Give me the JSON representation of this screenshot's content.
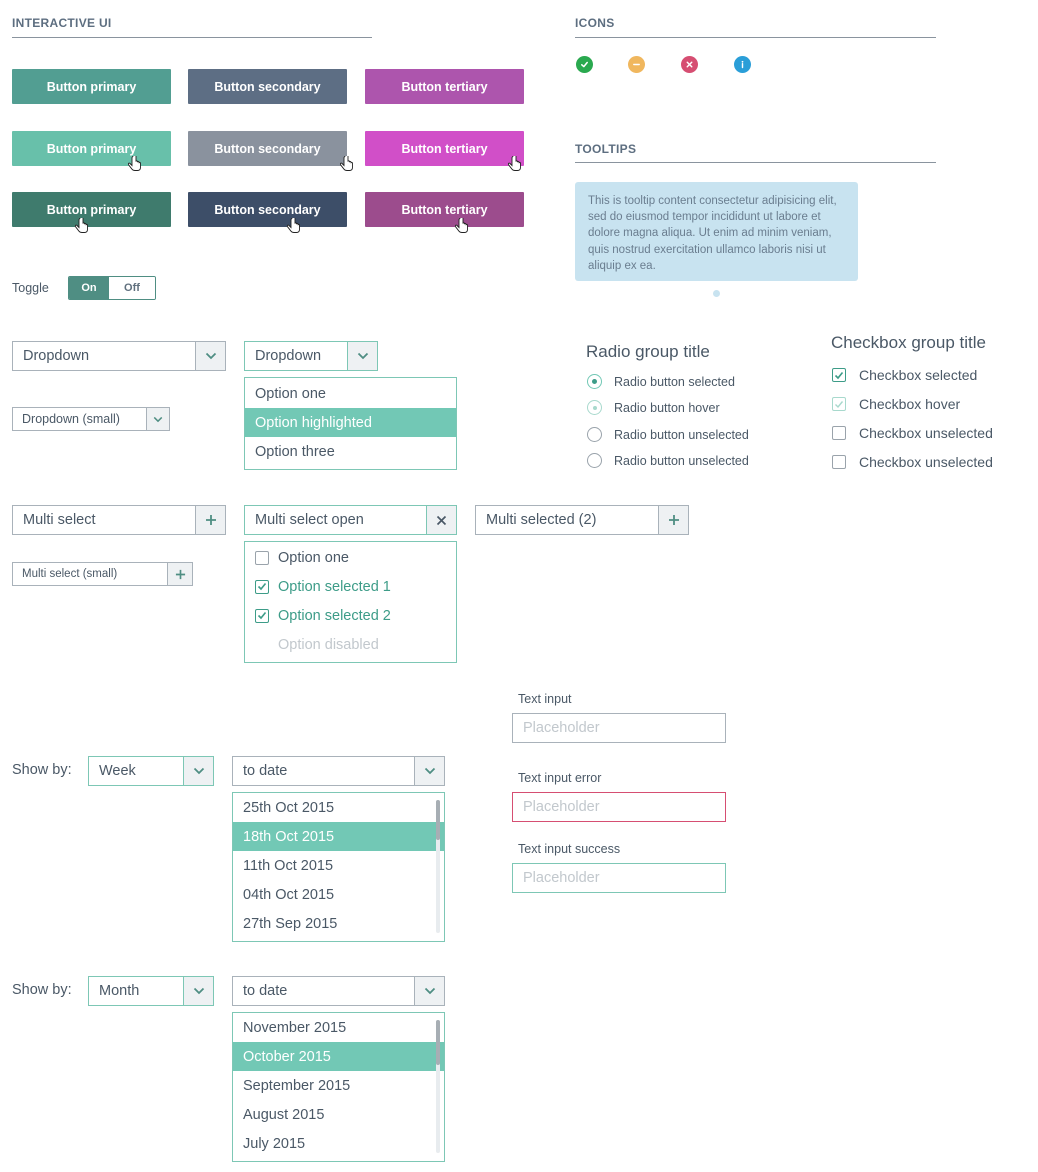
{
  "sections": {
    "interactive_ui": "INTERACTIVE UI",
    "icons": "ICONS",
    "tooltips": "TOOLTIPS"
  },
  "buttons": {
    "primary": "Button primary",
    "secondary": "Button secondary",
    "tertiary": "Button tertiary"
  },
  "colors": {
    "primary": [
      "#529e92",
      "#68c0aa",
      "#3f7b6d"
    ],
    "secondary": [
      "#5d6e84",
      "#8a929e",
      "#3d4e68"
    ],
    "tertiary": [
      "#ad55ad",
      "#d14fc8",
      "#9c4c8d"
    ],
    "accent_teal": "#72c8b5",
    "success": "#2aa94f",
    "warning": "#f0b75e",
    "error": "#d64e72",
    "info": "#2a9ed8"
  },
  "toggle": {
    "label": "Toggle",
    "on": "On",
    "off": "Off",
    "state": "On"
  },
  "dropdowns": {
    "default": "Dropdown",
    "open": "Dropdown",
    "small": "Dropdown (small)",
    "options": [
      "Option one",
      "Option highlighted",
      "Option three"
    ]
  },
  "icons": [
    "check-circle-icon",
    "minus-circle-icon",
    "close-circle-icon",
    "info-circle-icon"
  ],
  "tooltip": {
    "text": "This is tooltip content consectetur adipisicing elit, sed do eiusmod tempor incididunt ut labore et dolore magna aliqua. Ut enim ad minim veniam, quis nostrud exercitation ullamco laboris nisi ut aliquip ex ea."
  },
  "radio_group": {
    "title": "Radio group title",
    "items": [
      "Radio button selected",
      "Radio button hover",
      "Radio button unselected",
      "Radio button unselected"
    ]
  },
  "checkbox_group": {
    "title": "Checkbox group title",
    "items": [
      "Checkbox selected",
      "Checkbox hover",
      "Checkbox unselected",
      "Checkbox unselected"
    ]
  },
  "multiselect": {
    "default": "Multi select",
    "small": "Multi select (small)",
    "open": "Multi select open",
    "selected": "Multi selected (2)",
    "options": [
      "Option one",
      "Option selected 1",
      "Option selected 2",
      "Option disabled"
    ]
  },
  "text_inputs": {
    "normal_label": "Text input",
    "error_label": "Text input error",
    "success_label": "Text input success",
    "placeholder": "Placeholder"
  },
  "show_by_week": {
    "label": "Show by:",
    "period": "Week",
    "range": "to date",
    "options": [
      "25th Oct 2015",
      "18th Oct 2015",
      "11th Oct 2015",
      "04th Oct 2015",
      "27th Sep 2015"
    ]
  },
  "show_by_month": {
    "label": "Show by:",
    "period": "Month",
    "range": "to date",
    "options": [
      "November 2015",
      "October 2015",
      "September 2015",
      "August 2015",
      "July 2015"
    ]
  }
}
